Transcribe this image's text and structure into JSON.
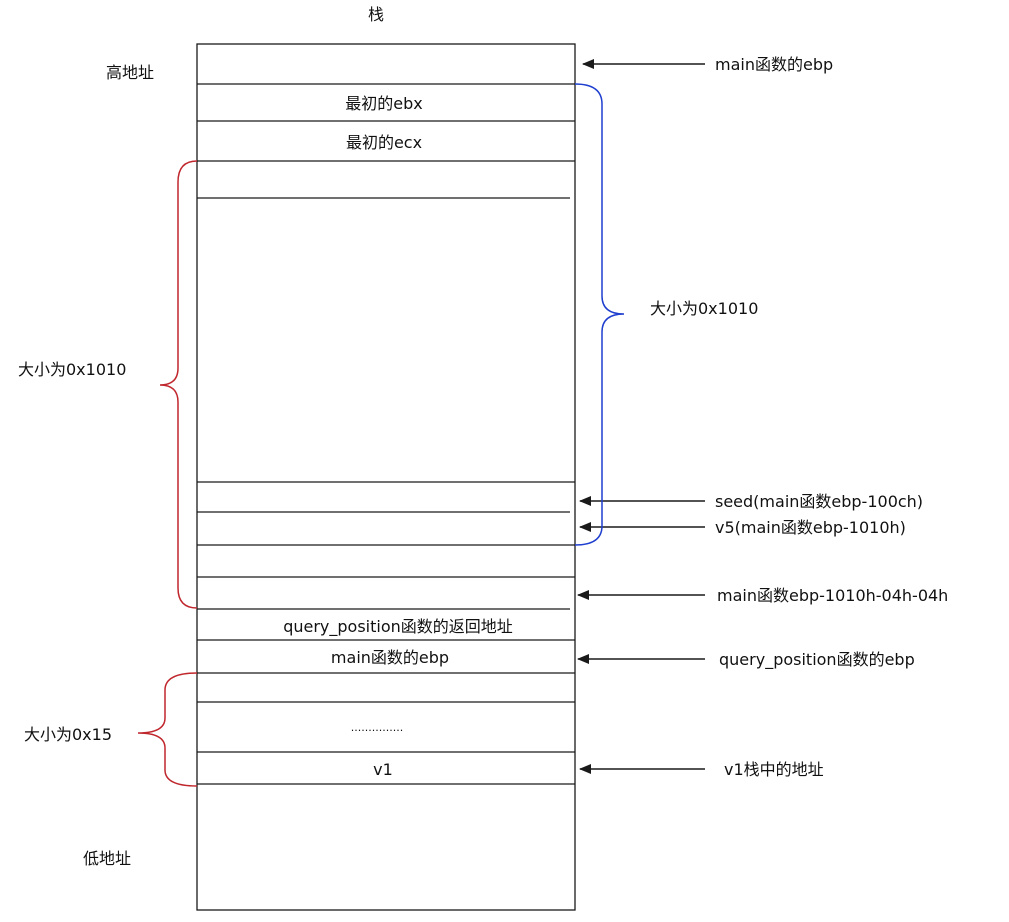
{
  "title": "栈",
  "high_address": "高地址",
  "low_address": "低地址",
  "cells": {
    "initial_ebx": "最初的ebx",
    "initial_ecx": "最初的ecx",
    "query_return_address": "query_position函数的返回地址",
    "main_ebp": "main函数的ebp",
    "ellipsis": "...............",
    "v1": "v1"
  },
  "pointers": {
    "main_ebp": "main函数的ebp",
    "seed": "seed(main函数ebp-100ch)",
    "v5": "v5(main函数ebp-1010h)",
    "main_ebp_offset": "main函数ebp-1010h-04h-04h",
    "query_ebp": "query_position函数的ebp",
    "v1_address": "v1栈中的地址"
  },
  "braces": {
    "right_blue": "大小为0x1010",
    "left_red_top": "大小为0x1010",
    "left_red_bottom": "大小为0x15"
  },
  "colors": {
    "line": "#1a1a1a",
    "blue_brace": "#1f3fcf",
    "red_brace": "#c0272d"
  }
}
